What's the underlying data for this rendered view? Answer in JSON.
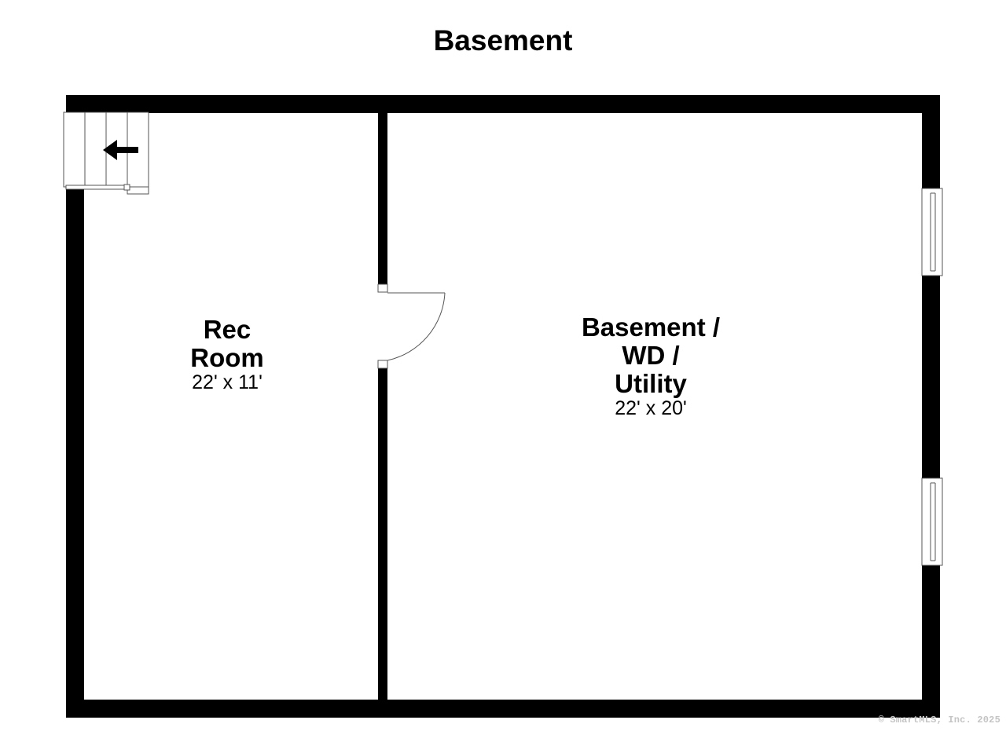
{
  "floor": {
    "title": "Basement"
  },
  "rooms": [
    {
      "name": "Rec\nRoom",
      "dimensions": "22' x 11'"
    },
    {
      "name": "Basement /\nWD /\nUtility",
      "dimensions": "22' x 20'"
    }
  ],
  "icons": {
    "stairs": "stairs-icon",
    "stairs_arrow": "arrow-left-icon",
    "door": "door-swing-icon",
    "window": "window-icon"
  },
  "colors": {
    "wall": "#000000",
    "background": "#ffffff",
    "fixture_stroke": "#555555",
    "copyright": "#c4c4c4"
  },
  "copyright": "© SmartMLS, Inc. 2025"
}
